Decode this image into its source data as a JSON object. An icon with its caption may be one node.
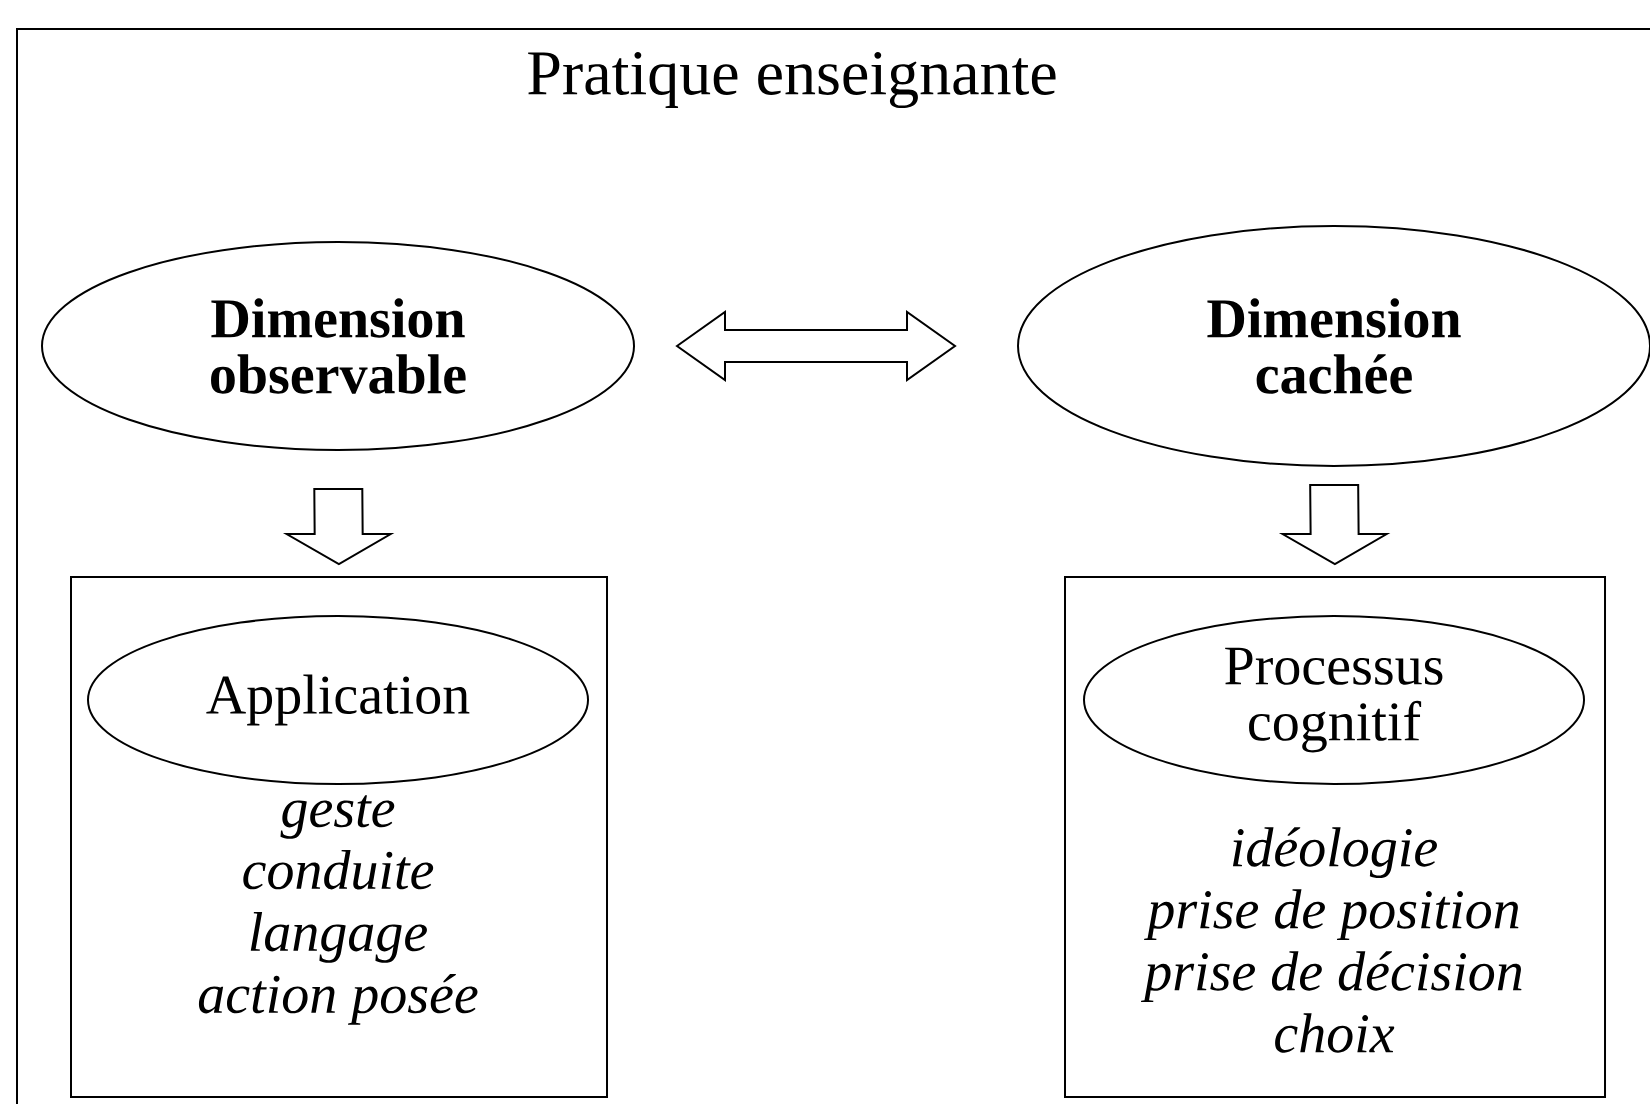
{
  "diagram": {
    "nodes": [
      {
        "text": [
          "Pratique enseignante"
        ]
      },
      {
        "text": [
          "Dimension observable"
        ],
        "in": 0
      },
      {
        "text": [
          "Dimension cachée"
        ],
        "in": 0
      },
      {
        "text": [
          "geste",
          "conduite",
          "langage",
          "action posée"
        ],
        "in": 0
      },
      {
        "text": [
          "Application"
        ],
        "in": 3
      },
      {
        "text": [
          "idéologie",
          "prise de position",
          "prise de décision",
          "choix"
        ],
        "in": 0
      },
      {
        "text": [
          "Processus cognitif"
        ],
        "in": 5
      }
    ],
    "edges": [
      {
        "from": 1,
        "to": 2,
        "arrow": "both"
      },
      {
        "from": 1,
        "to": 3,
        "arrow": "to"
      },
      {
        "from": 2,
        "to": 5,
        "arrow": "to"
      }
    ]
  }
}
